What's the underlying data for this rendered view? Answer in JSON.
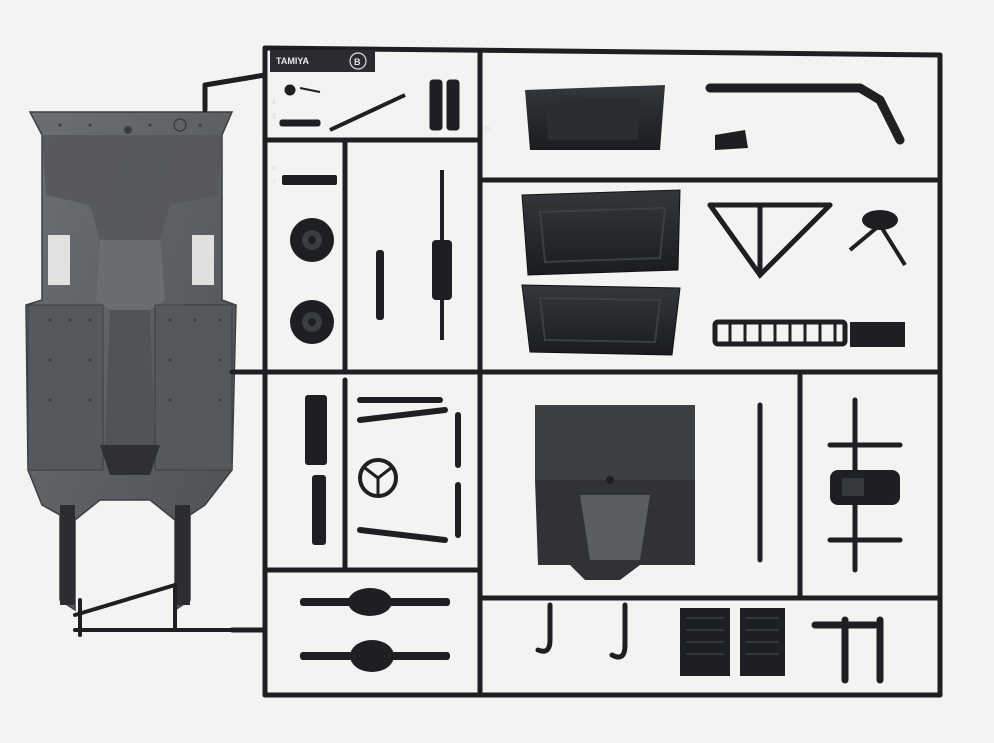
{
  "sprue": {
    "brand_label": "TAMIYA",
    "letter_label": "B",
    "part_numbers": [
      "1",
      "2",
      "6",
      "7",
      "21"
    ]
  },
  "colors": {
    "background": "#f3f3f1",
    "sprue_plastic": "#1d1f22",
    "chassis_grey": "#5d6064"
  }
}
